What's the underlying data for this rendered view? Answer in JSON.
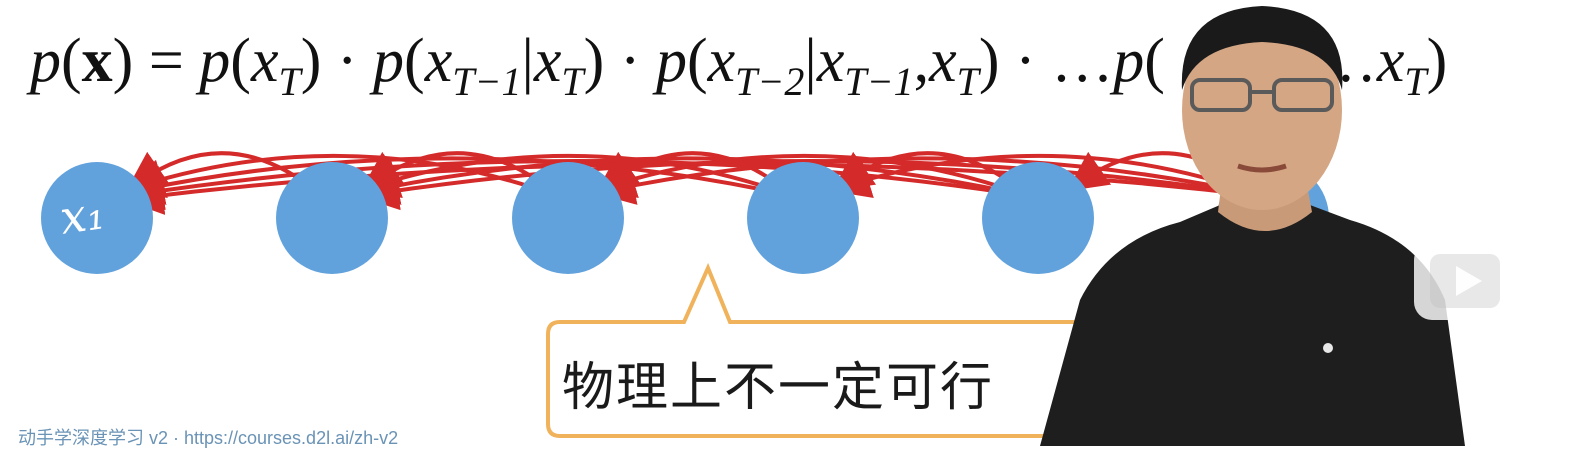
{
  "formula": {
    "lhs": "p",
    "lhs_arg": "x",
    "equals": "=",
    "term1_p": "p",
    "term1_x": "x",
    "term1_sub": "T",
    "dot": "·",
    "term2_p": "p",
    "term2_x1": "x",
    "term2_sub1": "T−1",
    "term2_bar": "|",
    "term2_x2": "x",
    "term2_sub2": "T",
    "term3_p": "p",
    "term3_x1": "x",
    "term3_sub1": "T−2",
    "term3_bar": "|",
    "term3_x2": "x",
    "term3_sub2": "T−1",
    "term3_comma": ",",
    "term3_x3": "x",
    "term3_sub3": "T",
    "ellipsis": "…",
    "term4_p": "p",
    "tail_ellipsis": "…",
    "tail_x": "x",
    "tail_sub": "T"
  },
  "nodes": {
    "first_label": "x₁",
    "count": 6
  },
  "callout": {
    "text": "物理上不一定可行"
  },
  "footer": {
    "text": "动手学深度学习 v2 · https://courses.d2l.ai/zh-v2"
  },
  "colors": {
    "node": "#62a2dc",
    "arrow": "#d42a2a",
    "callout_border": "#f0b25a",
    "footer": "#6a93b6"
  },
  "player": {
    "icon": "bilibili-play-icon"
  }
}
